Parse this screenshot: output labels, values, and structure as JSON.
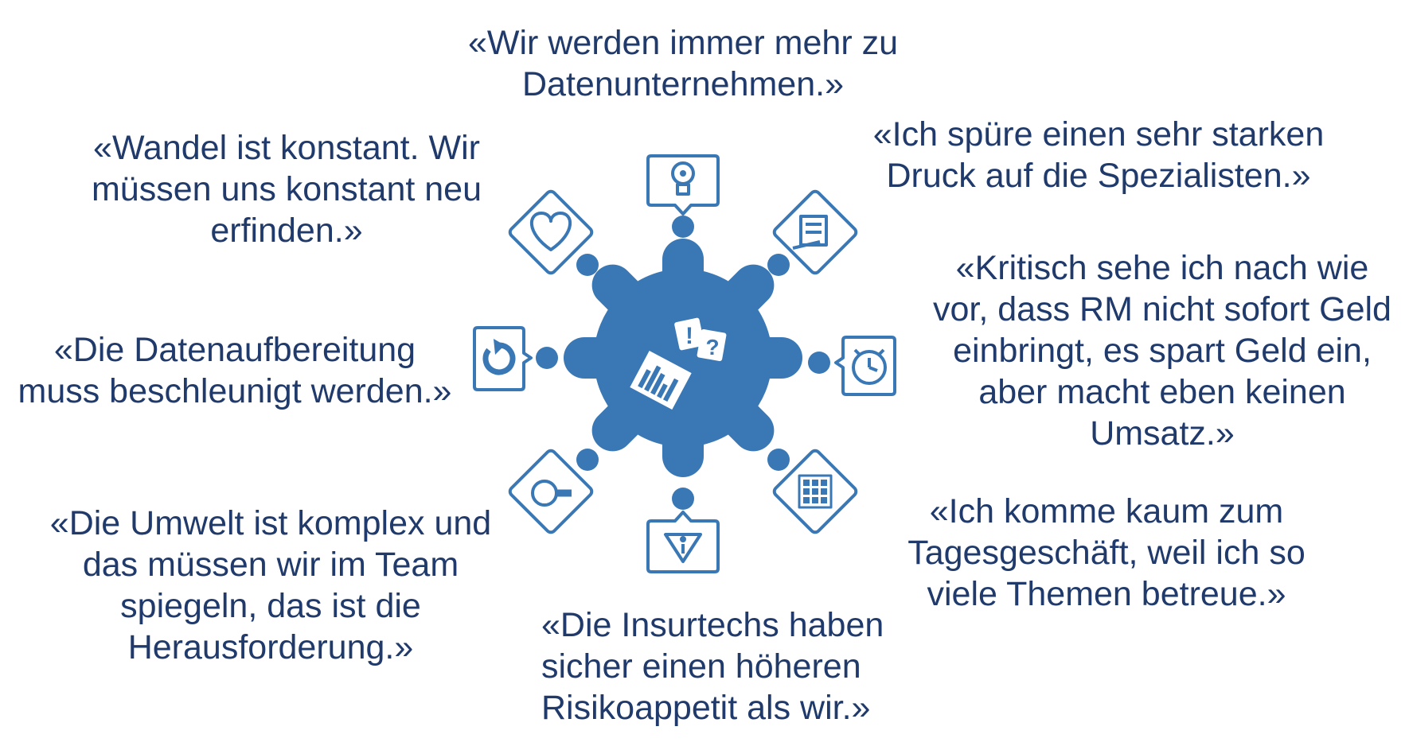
{
  "quotes": {
    "top": "«Wir werden immer mehr zu\nDatenunternehmen.»",
    "top_right": "«Ich spüre einen sehr starken\nDruck auf die Spezialisten.»",
    "right": "«Kritisch sehe ich nach wie\nvor, dass RM nicht sofort Geld\neinbringt, es spart Geld ein,\naber macht eben keinen\nUmsatz.»",
    "bottom_right": "«Ich komme kaum zum\nTagesgeschäft, weil ich so\nviele Themen betreue.»",
    "bottom": "«Die Insurtechs haben\nsicher einen höheren\nRisikoappetit als wir.»",
    "bottom_left": "«Die Umwelt ist komplex und\ndas müssen wir im Team\nspiegeln, das ist die\nHerausforderung.»",
    "left": "«Die Datenaufbereitung\nmuss beschleunigt werden.»",
    "top_left": "«Wandel ist konstant. Wir\nmüssen uns konstant neu\nerfinden.»"
  },
  "colors": {
    "text": "#1f3a6b",
    "accent": "#3a78b5",
    "white": "#ffffff"
  },
  "icons": [
    "lightbulb-icon",
    "notepad-icon",
    "alarm-clock-icon",
    "calculator-icon",
    "info-icon",
    "magnifier-icon",
    "refresh-icon",
    "heart-icon",
    "chart-document-icon",
    "question-exclamation-icon"
  ]
}
